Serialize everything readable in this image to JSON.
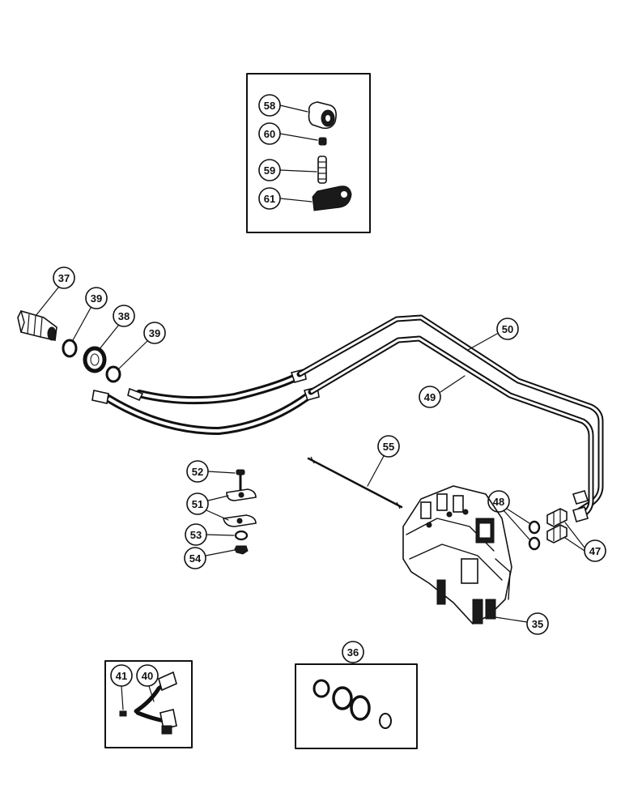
{
  "colors": {
    "ink": "#111111",
    "paper": "#ffffff"
  },
  "callouts": {
    "c58": "58",
    "c60": "60",
    "c59": "59",
    "c61": "61",
    "c37": "37",
    "c39a": "39",
    "c38": "38",
    "c39b": "39",
    "c50": "50",
    "c49": "49",
    "c55": "55",
    "c52": "52",
    "c51": "51",
    "c53": "53",
    "c54": "54",
    "c48": "48",
    "c47": "47",
    "c35": "35",
    "c36": "36",
    "c41": "41",
    "c40": "40"
  },
  "insets": [
    "coupler-detail-inset",
    "seal-kit-inset",
    "lever-inset"
  ],
  "icons": [
    "coupler-icon",
    "hose-icon",
    "tube-icon",
    "control-valve-icon",
    "seal-ring-icon",
    "bolt-icon",
    "clamp-icon",
    "nut-icon",
    "washer-icon",
    "fitting-icon",
    "lever-icon",
    "pin-icon",
    "spring-icon"
  ]
}
